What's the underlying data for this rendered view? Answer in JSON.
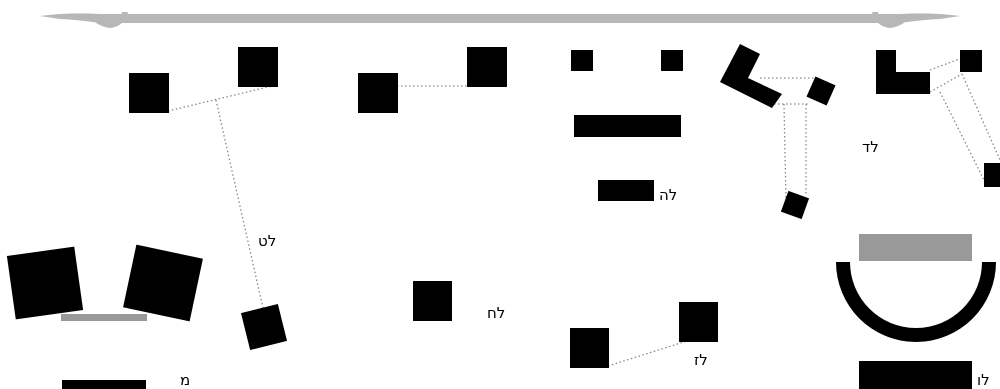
{
  "labels": {
    "lamed_tet": "לט",
    "lamed_het": "לח",
    "lamed_zayin": "לז",
    "lamed_he": "לה",
    "lamed_dalet": "לד",
    "lamed_vav": "לו",
    "mem": "מ"
  },
  "colors": {
    "shape_fill": "#000000",
    "bar_gray": "#999999",
    "ornament_gray": "#b7b7b7",
    "link_dots": "#888888"
  }
}
